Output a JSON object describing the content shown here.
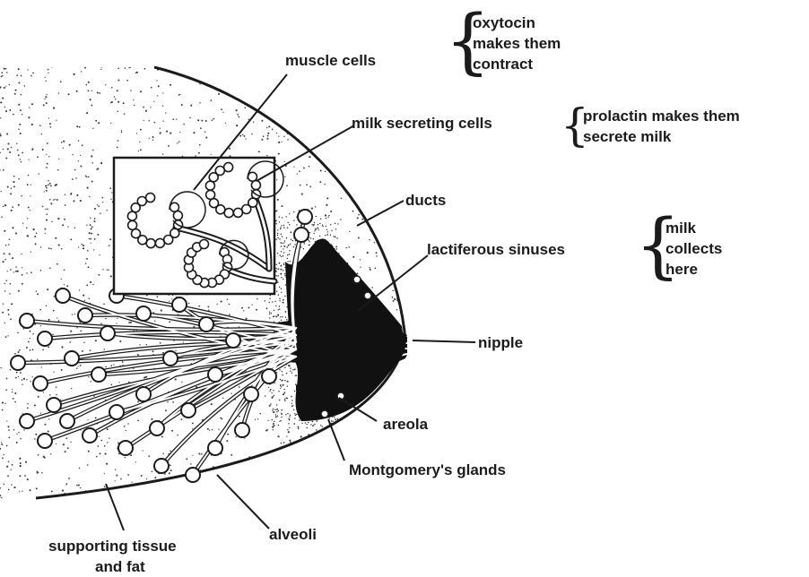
{
  "labels": {
    "muscle_cells": "muscle cells",
    "oxytocin": [
      "oxytocin",
      "makes them",
      "contract"
    ],
    "milk_secreting_cells": "milk secreting cells",
    "prolactin": [
      "prolactin makes them",
      "secrete milk"
    ],
    "ducts": "ducts",
    "lactiferous_sinuses": "lactiferous sinuses",
    "milk_collects": [
      "milk",
      "collects",
      "here"
    ],
    "nipple": "nipple",
    "areola": "areola",
    "montgomerys_glands": "Montgomery's glands",
    "alveoli": "alveoli",
    "supporting_tissue": [
      "supporting tissue",
      "and fat"
    ]
  },
  "colors": {
    "ink": "#1b1b1b",
    "background": "#ffffff"
  }
}
